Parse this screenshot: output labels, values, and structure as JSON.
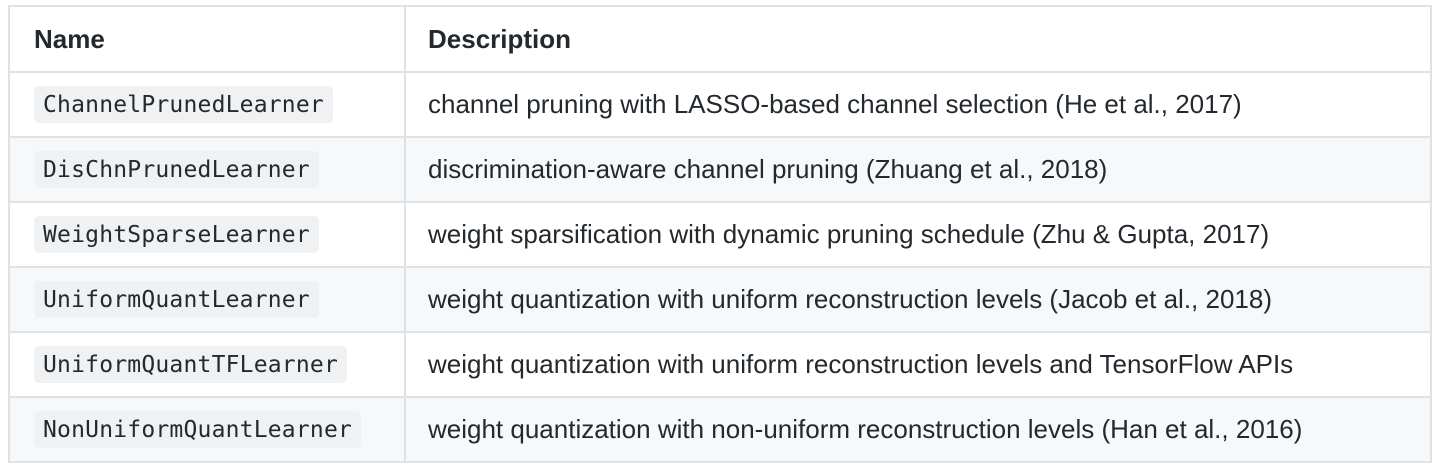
{
  "table": {
    "headers": {
      "name": "Name",
      "description": "Description"
    },
    "rows": [
      {
        "name": "ChannelPrunedLearner",
        "description": "channel pruning with LASSO-based channel selection (He et al., 2017)"
      },
      {
        "name": "DisChnPrunedLearner",
        "description": "discrimination-aware channel pruning (Zhuang et al., 2018)"
      },
      {
        "name": "WeightSparseLearner",
        "description": "weight sparsification with dynamic pruning schedule (Zhu & Gupta, 2017)"
      },
      {
        "name": "UniformQuantLearner",
        "description": "weight quantization with uniform reconstruction levels (Jacob et al., 2018)"
      },
      {
        "name": "UniformQuantTFLearner",
        "description": "weight quantization with uniform reconstruction levels and TensorFlow APIs"
      },
      {
        "name": "NonUniformQuantLearner",
        "description": "weight quantization with non-uniform reconstruction levels (Han et al., 2016)"
      }
    ]
  },
  "colors": {
    "border": "#dfe2e5",
    "stripe": "#f6f8fa",
    "code_bg": "#f0f1f3",
    "text": "#24292e"
  }
}
